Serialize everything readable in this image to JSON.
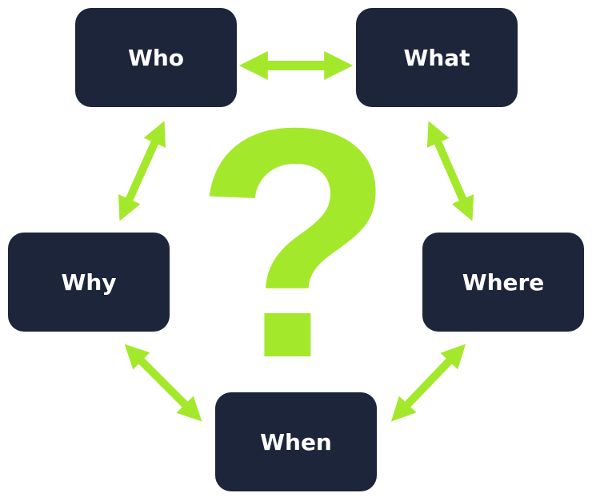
{
  "nodes": {
    "who": "Who",
    "what": "What",
    "why": "Why",
    "where": "Where",
    "when": "When"
  },
  "center_symbol": "?",
  "colors": {
    "box": "#1d253a",
    "accent": "#a4e82c",
    "text": "#ffffff"
  }
}
